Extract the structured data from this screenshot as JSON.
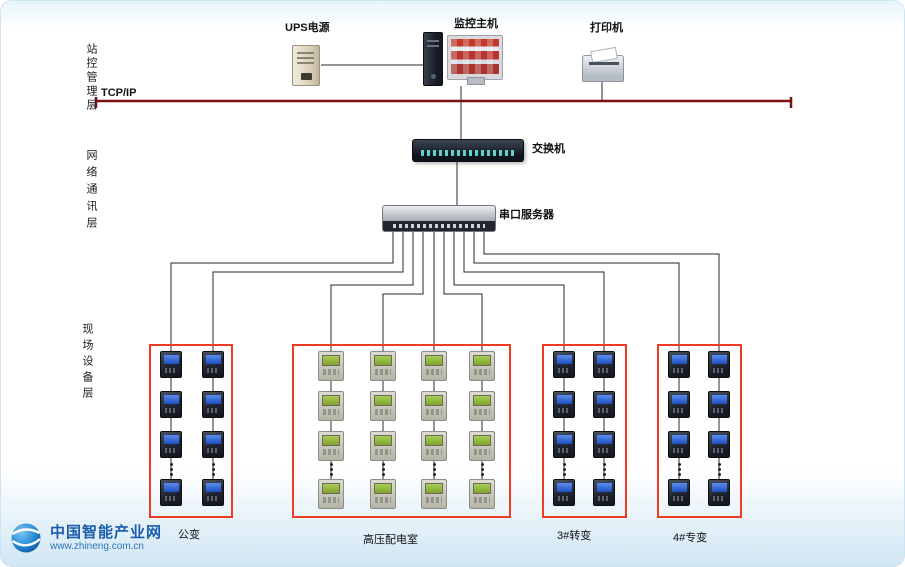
{
  "layers": {
    "station": "站控管理层",
    "network": "网络通讯层",
    "field": "现场设备层"
  },
  "devices": {
    "ups": "UPS电源",
    "host": "监控主机",
    "printer": "打印机",
    "switch": "交换机",
    "serial_server": "串口服务器"
  },
  "bus": {
    "label": "TCP/IP"
  },
  "groups": [
    {
      "label": "公变"
    },
    {
      "label": "高压配电室"
    },
    {
      "label": "3#转变"
    },
    {
      "label": "4#专变"
    }
  ],
  "logo": {
    "title": "中国智能产业网",
    "url": "www.zhineng.com.cn"
  },
  "colors": {
    "bus_line": "#7a1212",
    "group_border": "#ef3b24",
    "wire": "#2a2a2a",
    "logo_blue": "#1a5dab"
  }
}
